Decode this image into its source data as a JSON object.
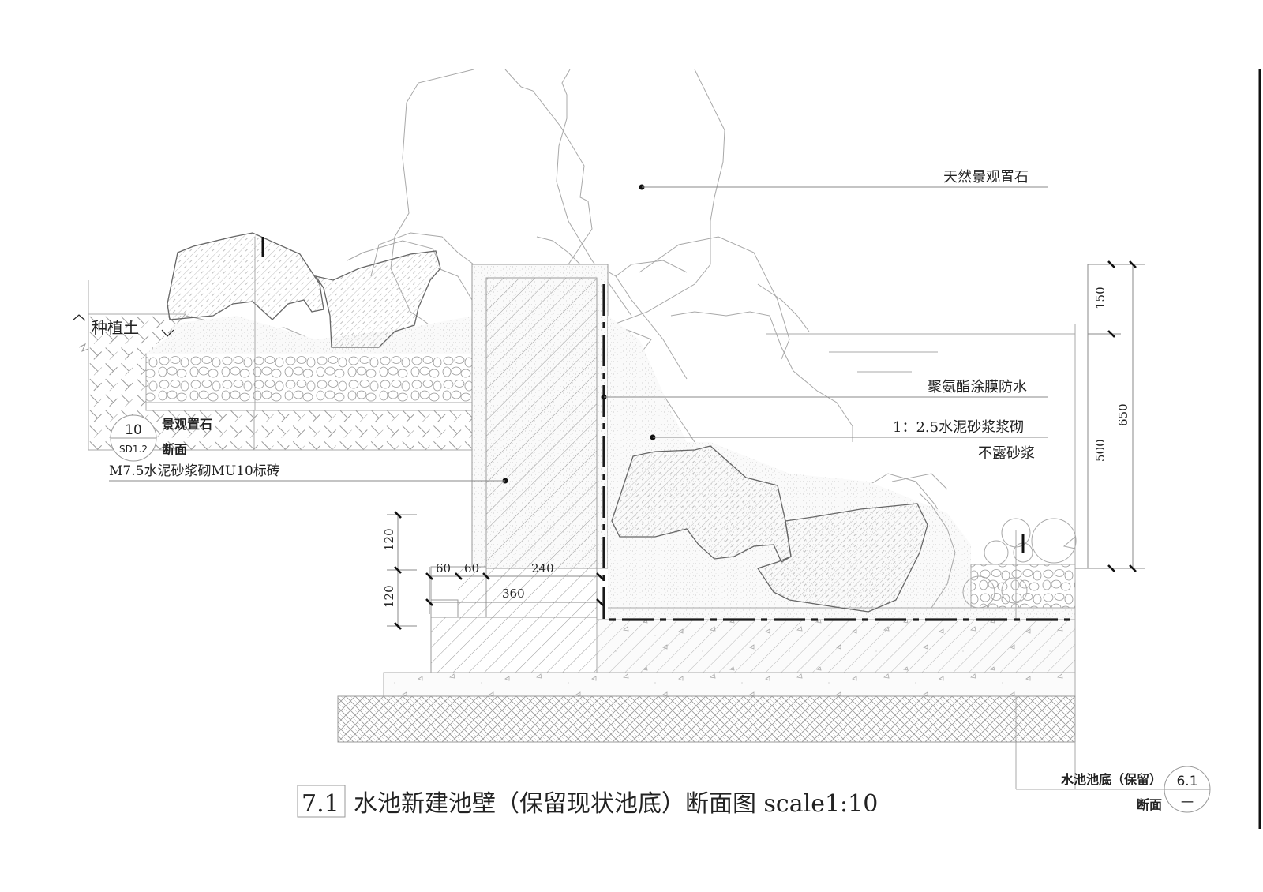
{
  "drawing": {
    "title_number": "7.1",
    "title_text": "水池新建池壁（保留现状池底）断面图 scale1:10",
    "frame_color": "#111111",
    "line_color": "#a8a8a8",
    "membrane_color": "#1a1a1a"
  },
  "labels": {
    "natural_stone": "天然景观置石",
    "waterproof": "聚氨酯涂膜防水",
    "mortar_line1": "1：2.5水泥砂浆浆砌",
    "mortar_line2": "不露砂浆",
    "brick_wall": "M7.5水泥砂浆砌MU10标砖",
    "planting_soil": "种植土"
  },
  "callouts": [
    {
      "id": "landscape-stone",
      "number": "10",
      "sheet": "SD1.2",
      "title": "景观置石",
      "subtitle": "断面"
    },
    {
      "id": "pool-bottom",
      "number": "6.1",
      "sheet": "一",
      "title": "水池池底（保留）",
      "subtitle": "断面"
    }
  ],
  "dimensions": {
    "right_top": "150",
    "right_bottom": "500",
    "right_total": "650",
    "left_upper": "120",
    "left_lower": "120",
    "footing_a": "60",
    "footing_b": "60",
    "footing_c": "240",
    "footing_total": "360"
  }
}
